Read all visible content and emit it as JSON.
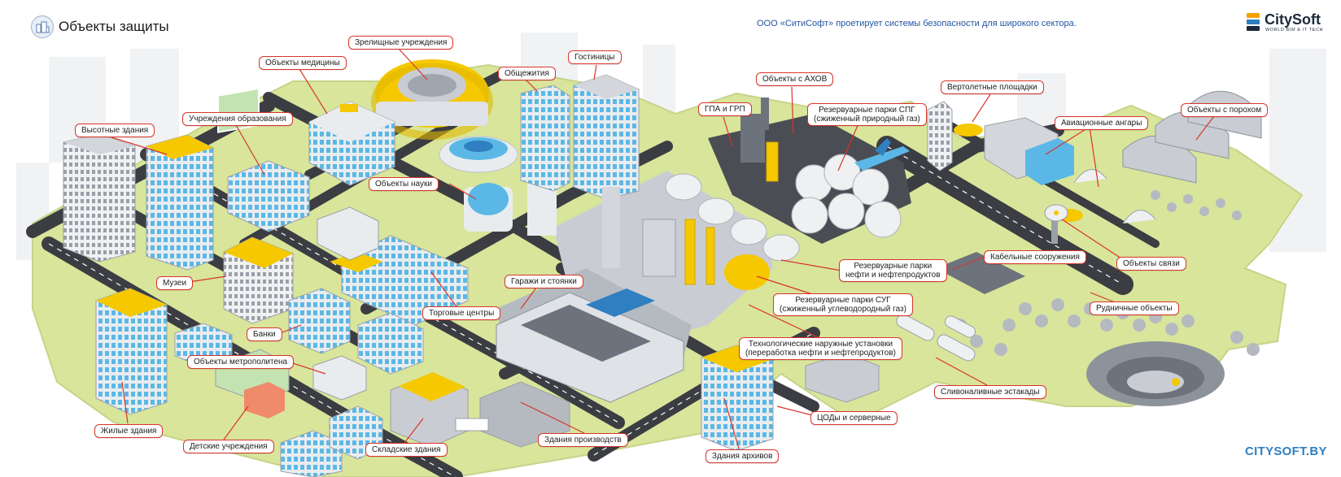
{
  "header": {
    "title": "Объекты защиты",
    "tagline": "ООО «СитиСофт» проетирует системы безопасности для широкого сектора.",
    "brand_name": "CitySoft",
    "brand_sub": "WORLD BIM & IT TECH",
    "footer_site": "CITYSOFT.BY"
  },
  "colors": {
    "ground": "#d8e59b",
    "road": "#3b3d42",
    "accent": "#f5c800",
    "callout_border": "#d9342b",
    "building_light": "#e9ecef",
    "window_blue": "#5bb8e6"
  },
  "labels": {
    "vysotnye": "Высотные здания",
    "obrazovanie": "Учреждения образования",
    "medicina": "Объекты медицины",
    "zrelishnye": "Зрелищные учреждения",
    "obshchezhitiya": "Общежития",
    "gostinicy": "Гостиницы",
    "gpa": "ГПА и ГРП",
    "akhov": "Объекты с АХОВ",
    "spg_1": "Резервуарные парки СПГ",
    "spg_2": "(сжиженный природный газ)",
    "vertolet": "Вертолетные площадки",
    "angary": "Авиационные ангары",
    "porokh": "Объекты с порохом",
    "nauka": "Объекты науки",
    "muzei": "Музеи",
    "garazhi": "Гаражи и стоянки",
    "torgovye": "Торговые центры",
    "banki": "Банки",
    "metro": "Объекты метрополитена",
    "zhilye": "Жилые здания",
    "detskie": "Детские учреждения",
    "skladskie": "Складские здания",
    "proizvodstvo": "Здания производств",
    "arkhivy": "Здания архивов",
    "cod": "ЦОДы и серверные",
    "slivnye": "Сливоналивные эстакады",
    "tekh_1": "Технологические наружные установки",
    "tekh_2": "(переработка нефти и нефтепродуктов)",
    "sug_1": "Резервуарные парки СУГ",
    "sug_2": "(сжиженный углеводородный газ)",
    "neft_1": "Резервуарные парки",
    "neft_2": "нефти и нефтепродуктов",
    "kabel": "Кабельные сооружения",
    "svyaz": "Объекты связи",
    "rudnichnye": "Рудничные объекты"
  }
}
